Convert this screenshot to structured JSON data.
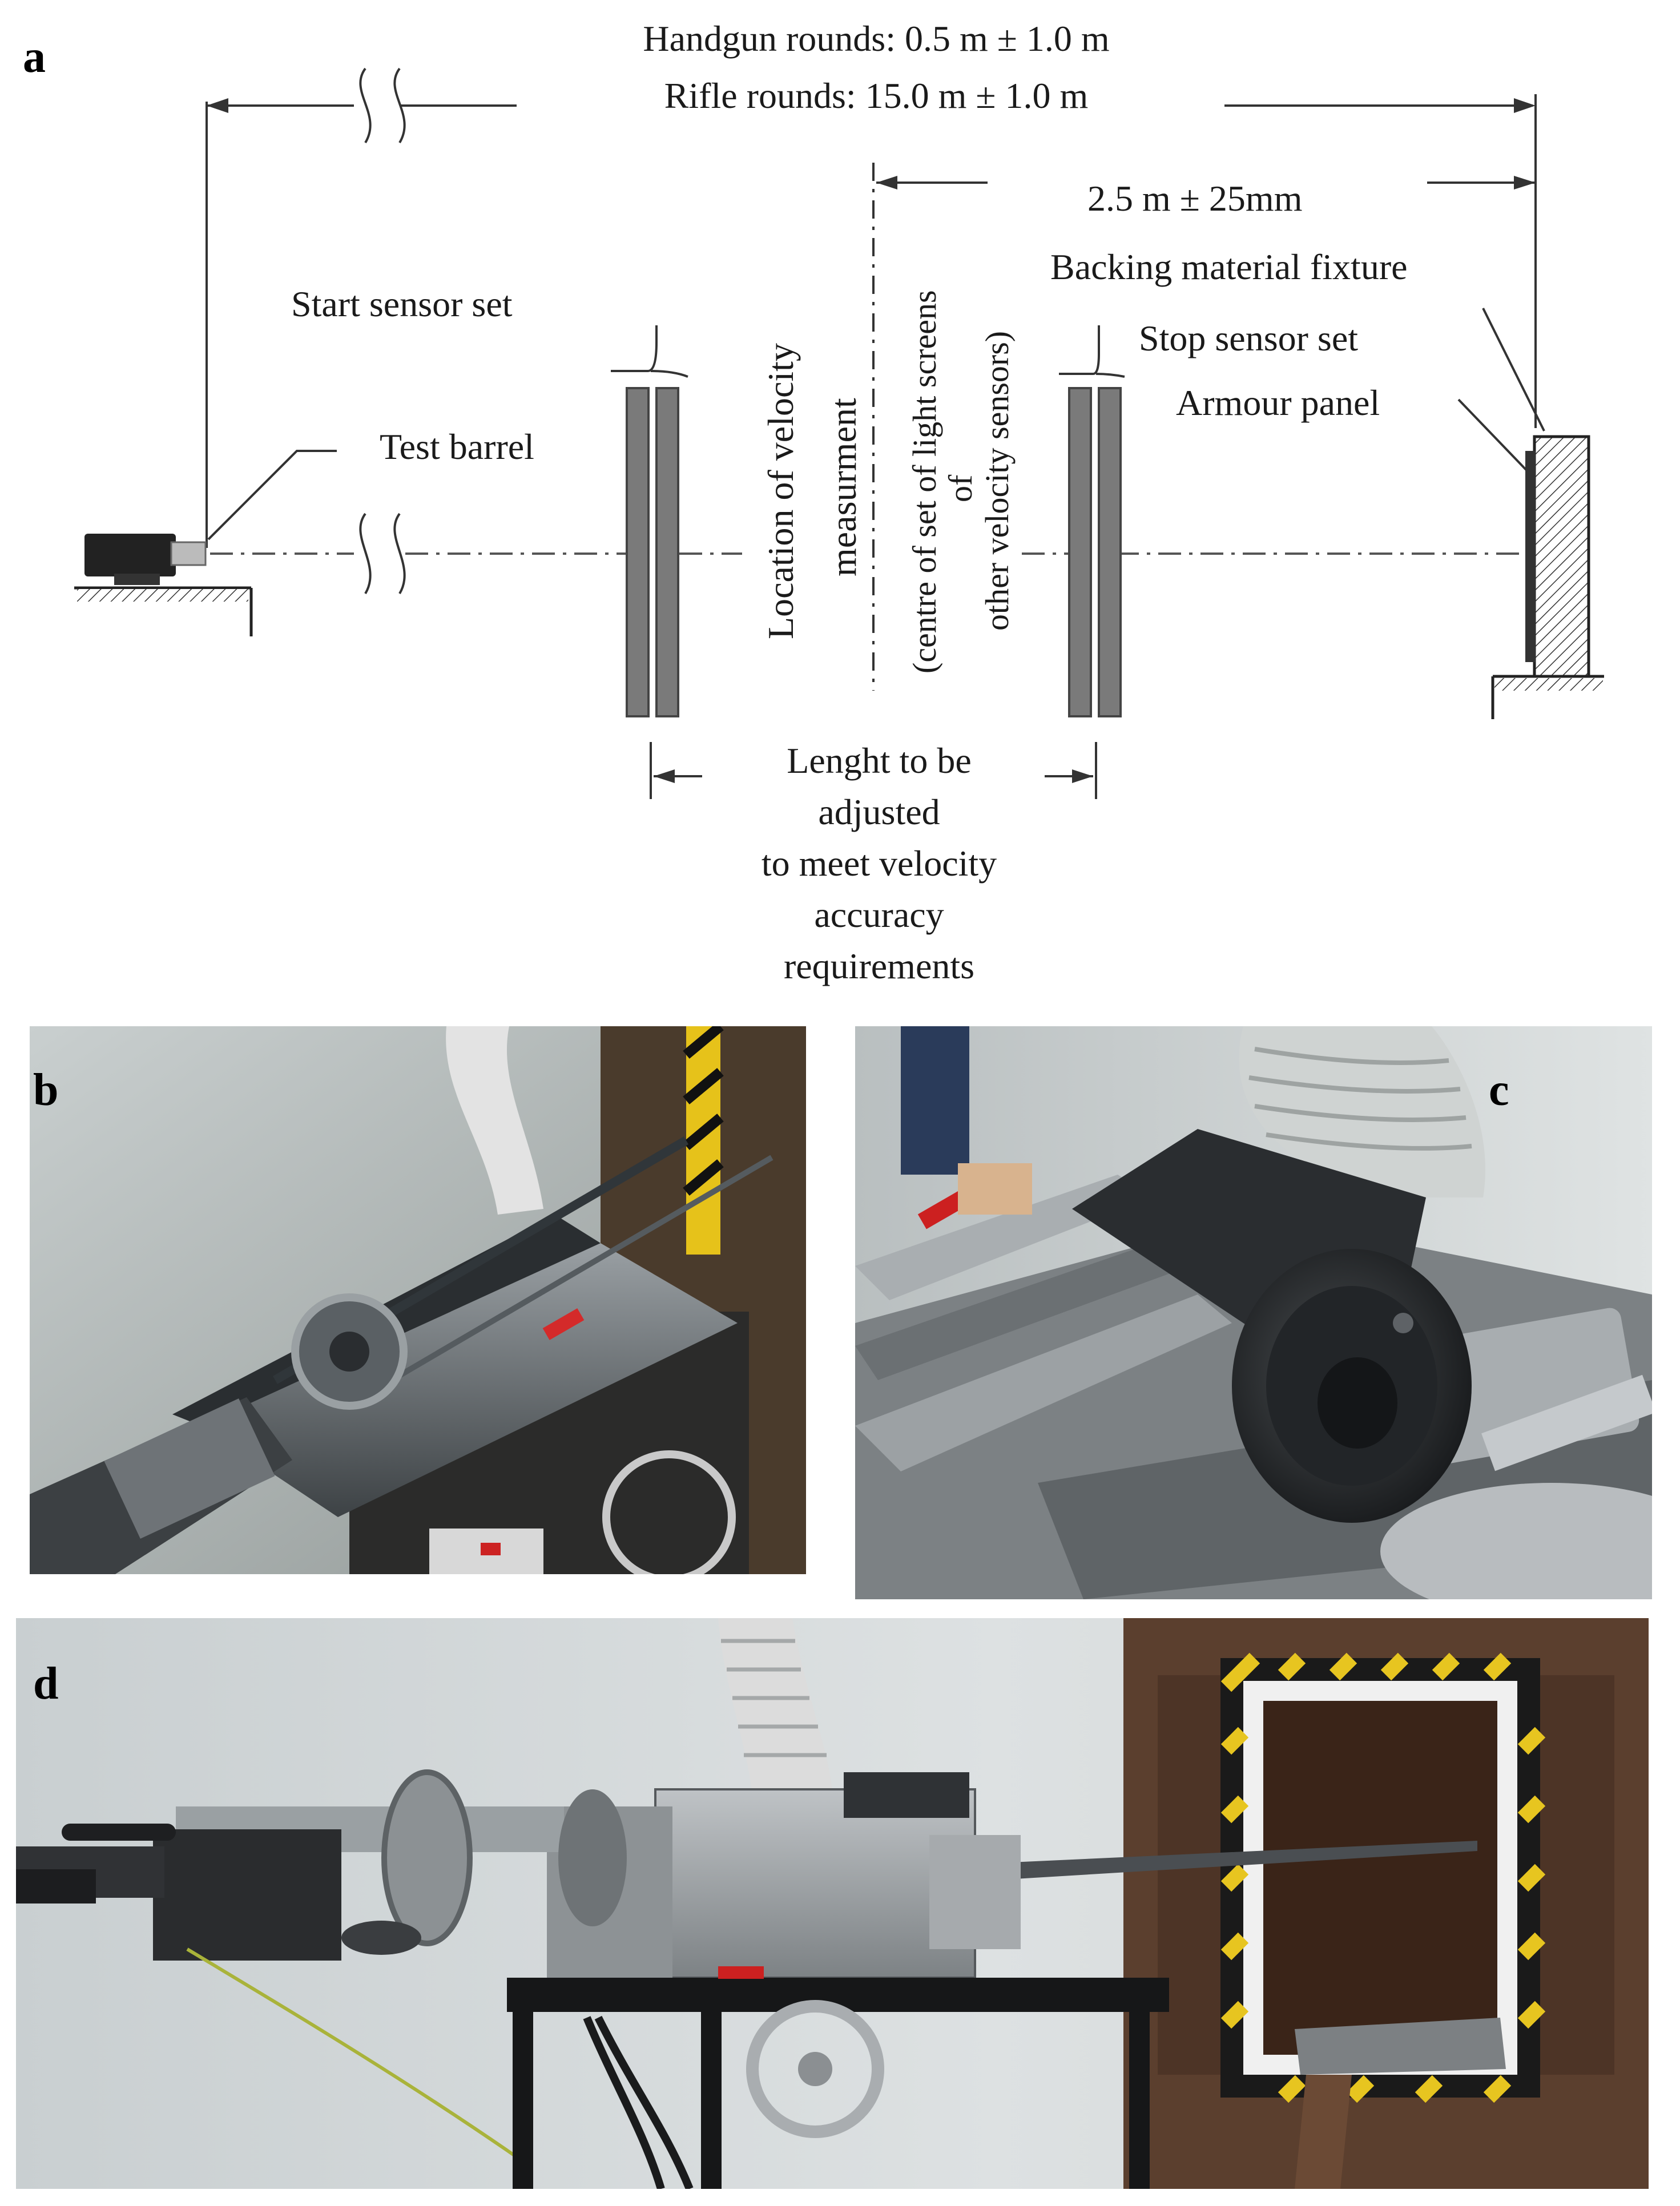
{
  "panel_a": {
    "letter": "a",
    "range_line1": "Handgun rounds: 0.5 m ± 1.0 m",
    "range_line2": "Rifle rounds: 15.0 m ± 1.0 m",
    "backing_distance": "2.5 m ± 25mm",
    "backing_fixture": "Backing material fixture",
    "start_sensor": "Start sensor set",
    "stop_sensor": "Stop sensor set",
    "armour_panel": "Armour panel",
    "test_barrel": "Test barrel",
    "velocity_loc_line1": "Location of velocity",
    "velocity_loc_line2": "measurment",
    "centre_line1": "(centre of set of light screens",
    "centre_line2": "of",
    "centre_line3": "other velocity sensors)",
    "length_line1": "Lenght to be",
    "length_line2": "adjusted",
    "length_line3": "to meet velocity",
    "length_line4": "accuracy",
    "length_line5": "requirements"
  },
  "panel_b": {
    "letter": "b"
  },
  "panel_c": {
    "letter": "c"
  },
  "panel_d": {
    "letter": "d"
  }
}
